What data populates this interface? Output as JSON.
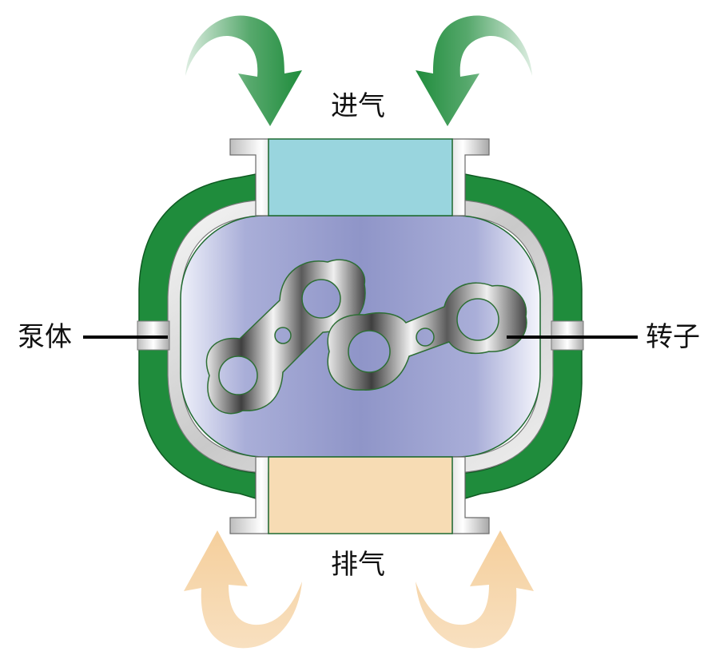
{
  "labels": {
    "intake": "进气",
    "exhaust": "排气",
    "pump_body": "泵体",
    "rotor": "转子"
  },
  "colors": {
    "intake_arrow": "#1f8c3c",
    "exhaust_arrow": "#f5d2a5",
    "casing_green": "#1f8c3c",
    "metal_light": "#f2f2f2",
    "metal_dark": "#4a4a4a",
    "inlet_port": "#99d5de",
    "outlet_port": "#f7dcb4",
    "chamber_blue": "#8f96c9",
    "leader_line": "#000000"
  }
}
